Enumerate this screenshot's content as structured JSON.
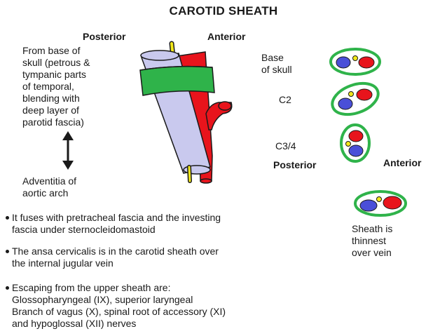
{
  "title": "CAROTID SHEATH",
  "main_diagram": {
    "posterior_label": "Posterior",
    "anterior_label": "Anterior",
    "origin_text": "From base of\nskull (petrous &\ntympanic parts\nof temporal,\nblending with\ndeep layer of\nparotid fascia)",
    "lower_text": "Adventitia of\naortic arch"
  },
  "cross_sections": {
    "base_of_skull_label": "Base\nof skull",
    "c2_label": "C2",
    "c34_label": "C3/4",
    "posterior_label": "Posterior",
    "anterior_label": "Anterior",
    "sheath_note": "Sheath is\nthinnest\nover vein"
  },
  "bullets": [
    "It fuses with pretracheal fascia and the investing\nfascia under sternocleidomastoid",
    "The ansa cervicalis is in the carotid sheath over\nthe internal jugular vein",
    "Escaping from the upper sheath are:\nGlossopharyngeal (IX), superior laryngeal\nBranch of vagus (X),  spinal root of accessory (XI)\nand hypoglossal (XII) nerves"
  ],
  "colors": {
    "vein": "#c9c9ee",
    "artery": "#e8141c",
    "nerve": "#f2e81a",
    "sheath": "#2fb34a",
    "vein_section": "#4a4fd8",
    "outline": "#1a1a1a"
  }
}
